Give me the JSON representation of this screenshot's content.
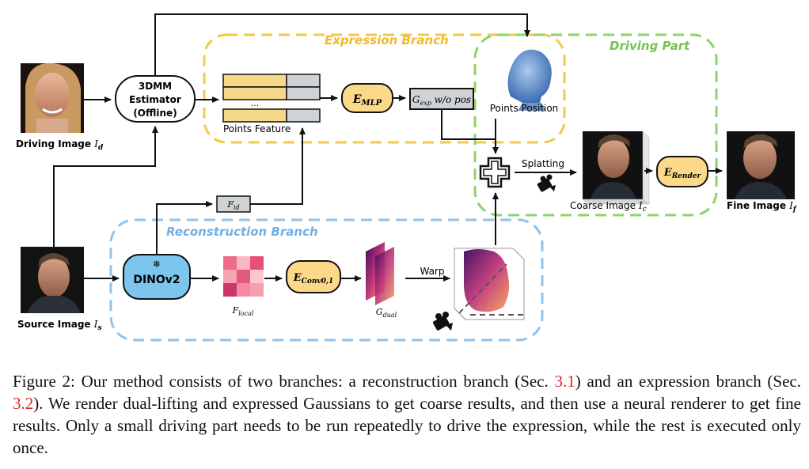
{
  "figure": {
    "regions": {
      "expression_branch": "Expression Branch",
      "driving_part": "Driving Part",
      "reconstruction_branch": "Reconstruction Branch"
    },
    "nodes": {
      "estimator_line1": "3DMM",
      "estimator_line2": "Estimator",
      "estimator_line3": "(Offline)",
      "points_feature": "Points Feature",
      "points_feature_dots": "...",
      "e_mlp": "E",
      "e_mlp_sub": "MLP",
      "g_exp": "G",
      "g_exp_sub": "exp",
      "g_exp_suffix": " w/o pos",
      "points_position": "Points Position",
      "dinov2": "DINOv2",
      "f_id": "F",
      "f_id_sub": "id",
      "f_local": "F",
      "f_local_sub": "local",
      "e_conv": "E",
      "e_conv_sub": "Conv0,1",
      "g_dual": "G",
      "g_dual_sub": "dual",
      "e_render": "E",
      "e_render_sub": "Render",
      "splatting": "Splatting",
      "warp": "Warp"
    },
    "images": {
      "driving": "Driving Image ",
      "driving_sym": "I",
      "driving_sub": "d",
      "source": "Source Image ",
      "source_sym": "I",
      "source_sub": "s",
      "coarse": "Coarse Image ",
      "coarse_sym": "I",
      "coarse_sub": "c",
      "fine": "Fine Image ",
      "fine_sym": "I",
      "fine_sub": "f"
    },
    "colors": {
      "expression_dash": "#f2c94c",
      "driving_dash": "#8fd36a",
      "reconstruction_dash": "#8ec3ee",
      "module_fill": "#fbd989",
      "dino_fill": "#7cc5ee",
      "feature_fill": "#f6d889",
      "feature_gray": "#cfd3d6"
    }
  },
  "caption": {
    "prefix": "Figure 2:  Our method consists of two branches: a reconstruction branch (Sec. ",
    "ref1": "3.1",
    "middle": ") and an expression branch (Sec. ",
    "ref2": "3.2",
    "suffix": "). We render dual-lifting and expressed Gaussians to get coarse results, and then use a neural renderer to get fine results. Only a small driving part needs to be run repeatedly to drive the expression, while the rest is executed only once."
  }
}
